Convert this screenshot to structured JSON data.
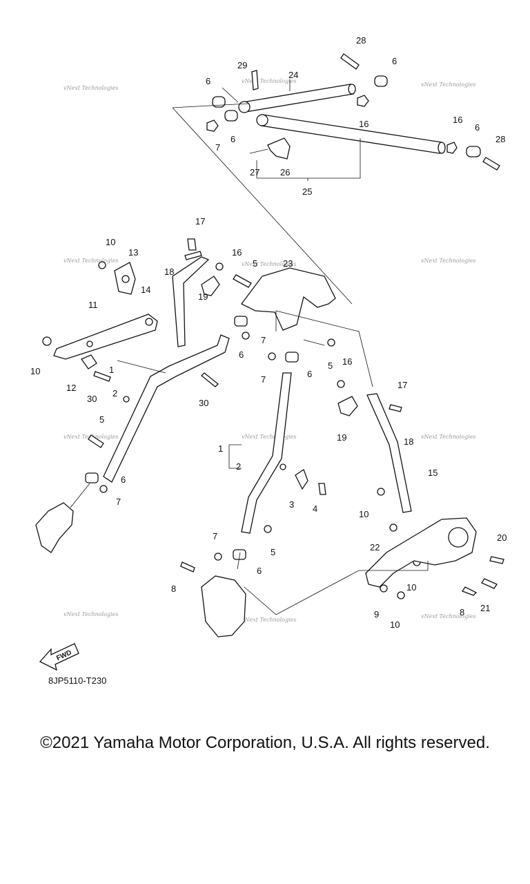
{
  "diagram": {
    "figure_code": "8JP5110-T230",
    "fwd_label": "FWD",
    "watermark_text": "vNext Technologies",
    "copyright": "©2021 Yamaha Motor Corporation, U.S.A. All rights reserved.",
    "callouts": {
      "c28a": "28",
      "c29": "29",
      "c24": "24",
      "c6a": "6",
      "c6b": "6",
      "c7a": "7",
      "c6c": "6",
      "c16a": "16",
      "c16b": "16",
      "c6d": "6",
      "c28b": "28",
      "c27": "27",
      "c26": "26",
      "c25": "25",
      "c17a": "17",
      "c16c": "16",
      "c10a": "10",
      "c13": "13",
      "c18a": "18",
      "c23": "23",
      "c14": "14",
      "c19a": "19",
      "c11": "11",
      "c7b": "7",
      "c6e": "6",
      "c10b": "10",
      "c12": "12",
      "c30a": "30",
      "c1a": "1",
      "c2a": "2",
      "c30b": "30",
      "c5a": "5",
      "c7c": "7",
      "c6f": "6",
      "c16d": "16",
      "c5b": "5",
      "c17b": "17",
      "c18b": "18",
      "c19b": "19",
      "c5c": "5",
      "c6g": "6",
      "c7d": "7",
      "c1b": "1",
      "c2b": "2",
      "c3": "3",
      "c4": "4",
      "c15": "15",
      "c10c": "10",
      "c22": "22",
      "c20": "20",
      "c7e": "7",
      "c5d": "5",
      "c6h": "6",
      "c8a": "8",
      "c10d": "10",
      "c9": "9",
      "c10e": "10",
      "c8b": "8",
      "c21": "21"
    }
  }
}
